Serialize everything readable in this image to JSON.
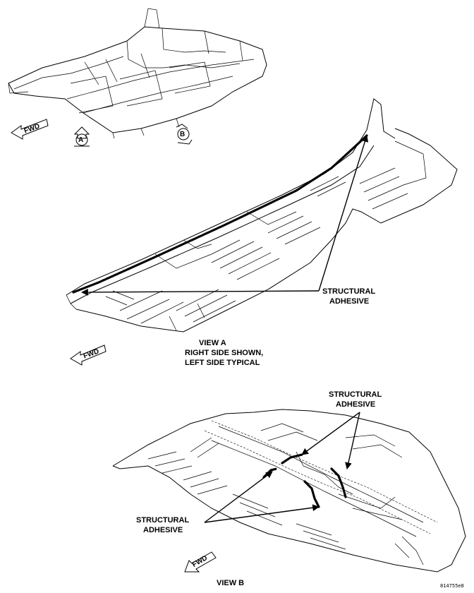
{
  "labels": {
    "fwd": "FWD",
    "view_a_marker": "A",
    "view_b_marker": "B",
    "view_a_adhesive_line1": "STRUCTURAL",
    "view_a_adhesive_line2": "ADHESIVE",
    "view_a_title": "VIEW A",
    "view_a_caption_line1": "RIGHT SIDE SHOWN,",
    "view_a_caption_line2": "LEFT SIDE TYPICAL",
    "view_b_upper_adhesive_line1": "STRUCTURAL",
    "view_b_upper_adhesive_line2": "ADHESIVE",
    "view_b_lower_adhesive_line1": "STRUCTURAL",
    "view_b_lower_adhesive_line2": "ADHESIVE",
    "view_b_title": "VIEW B",
    "figure_id": "814755e8"
  }
}
